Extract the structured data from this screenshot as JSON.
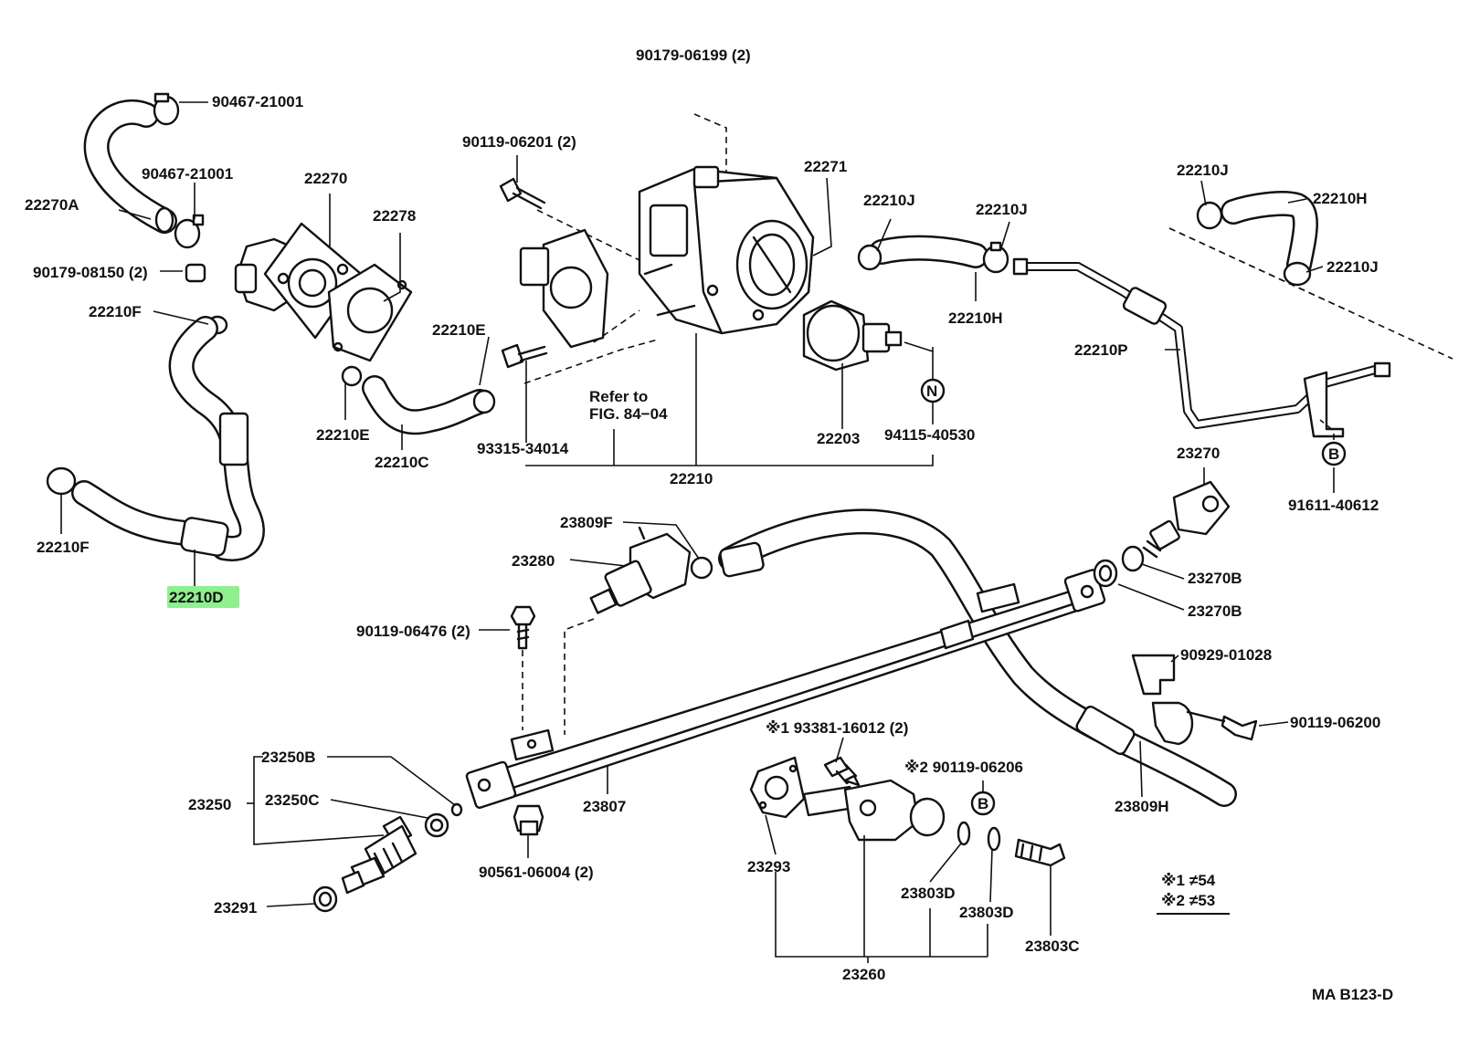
{
  "highlight_color": "#8ef08e",
  "figure_code": "MA  B123-D",
  "refer_note": [
    "Refer to",
    "FIG. 84−04"
  ],
  "circle_markers": {
    "n": "N",
    "b1": "B",
    "b2": "B"
  },
  "legend": {
    "line1": {
      "mark": "※1",
      "value": "≠54"
    },
    "line2": {
      "mark": "※2",
      "value": "≠53"
    }
  },
  "parts": [
    {
      "id": "p1",
      "label": "90179-06199 (2)"
    },
    {
      "id": "p2",
      "label": "90467-21001"
    },
    {
      "id": "p3",
      "label": "90119-06201 (2)"
    },
    {
      "id": "p4",
      "label": "90467-21001"
    },
    {
      "id": "p5",
      "label": "22270"
    },
    {
      "id": "p6",
      "label": "22271"
    },
    {
      "id": "p7",
      "label": "22270A"
    },
    {
      "id": "p8",
      "label": "22278"
    },
    {
      "id": "p9",
      "label": "22210J"
    },
    {
      "id": "p10",
      "label": "22210J"
    },
    {
      "id": "p11",
      "label": "22210J"
    },
    {
      "id": "p12",
      "label": "22210H"
    },
    {
      "id": "p13",
      "label": "22210J"
    },
    {
      "id": "p14",
      "label": "90179-08150 (2)"
    },
    {
      "id": "p15",
      "label": "22210F"
    },
    {
      "id": "p16",
      "label": "22210H"
    },
    {
      "id": "p17",
      "label": "22210E"
    },
    {
      "id": "p18",
      "label": "22210P"
    },
    {
      "id": "p19",
      "label": "Refer to FIG. 84-04"
    },
    {
      "id": "p20",
      "label": "22210E"
    },
    {
      "id": "p21",
      "label": "94115-40530"
    },
    {
      "id": "p22",
      "label": "22203"
    },
    {
      "id": "p23",
      "label": "93315-34014"
    },
    {
      "id": "p24",
      "label": "22210C"
    },
    {
      "id": "p25",
      "label": "23270"
    },
    {
      "id": "p26",
      "label": "22210"
    },
    {
      "id": "p27",
      "label": "91611-40612"
    },
    {
      "id": "p28",
      "label": "22210F"
    },
    {
      "id": "p29",
      "label": "23809F"
    },
    {
      "id": "p30",
      "label": "23280"
    },
    {
      "id": "p31",
      "label": "23270B"
    },
    {
      "id": "p32",
      "label": "22210D",
      "highlighted": true
    },
    {
      "id": "p33",
      "label": "23270B"
    },
    {
      "id": "p34",
      "label": "90119-06476 (2)"
    },
    {
      "id": "p35",
      "label": "90929-01028"
    },
    {
      "id": "p36",
      "label": "※1 93381-16012 (2)"
    },
    {
      "id": "p37",
      "label": "90119-06200"
    },
    {
      "id": "p38",
      "label": "23250B"
    },
    {
      "id": "p39",
      "label": "※2 90119-06206"
    },
    {
      "id": "p40",
      "label": "23250"
    },
    {
      "id": "p41",
      "label": "23250C"
    },
    {
      "id": "p42",
      "label": "23807"
    },
    {
      "id": "p43",
      "label": "23809H"
    },
    {
      "id": "p44",
      "label": "90561-06004 (2)"
    },
    {
      "id": "p45",
      "label": "23293"
    },
    {
      "id": "p46",
      "label": "23803D"
    },
    {
      "id": "p47",
      "label": "23803D"
    },
    {
      "id": "p48",
      "label": "23291"
    },
    {
      "id": "p49",
      "label": "23803C"
    },
    {
      "id": "p50",
      "label": "23260"
    }
  ]
}
